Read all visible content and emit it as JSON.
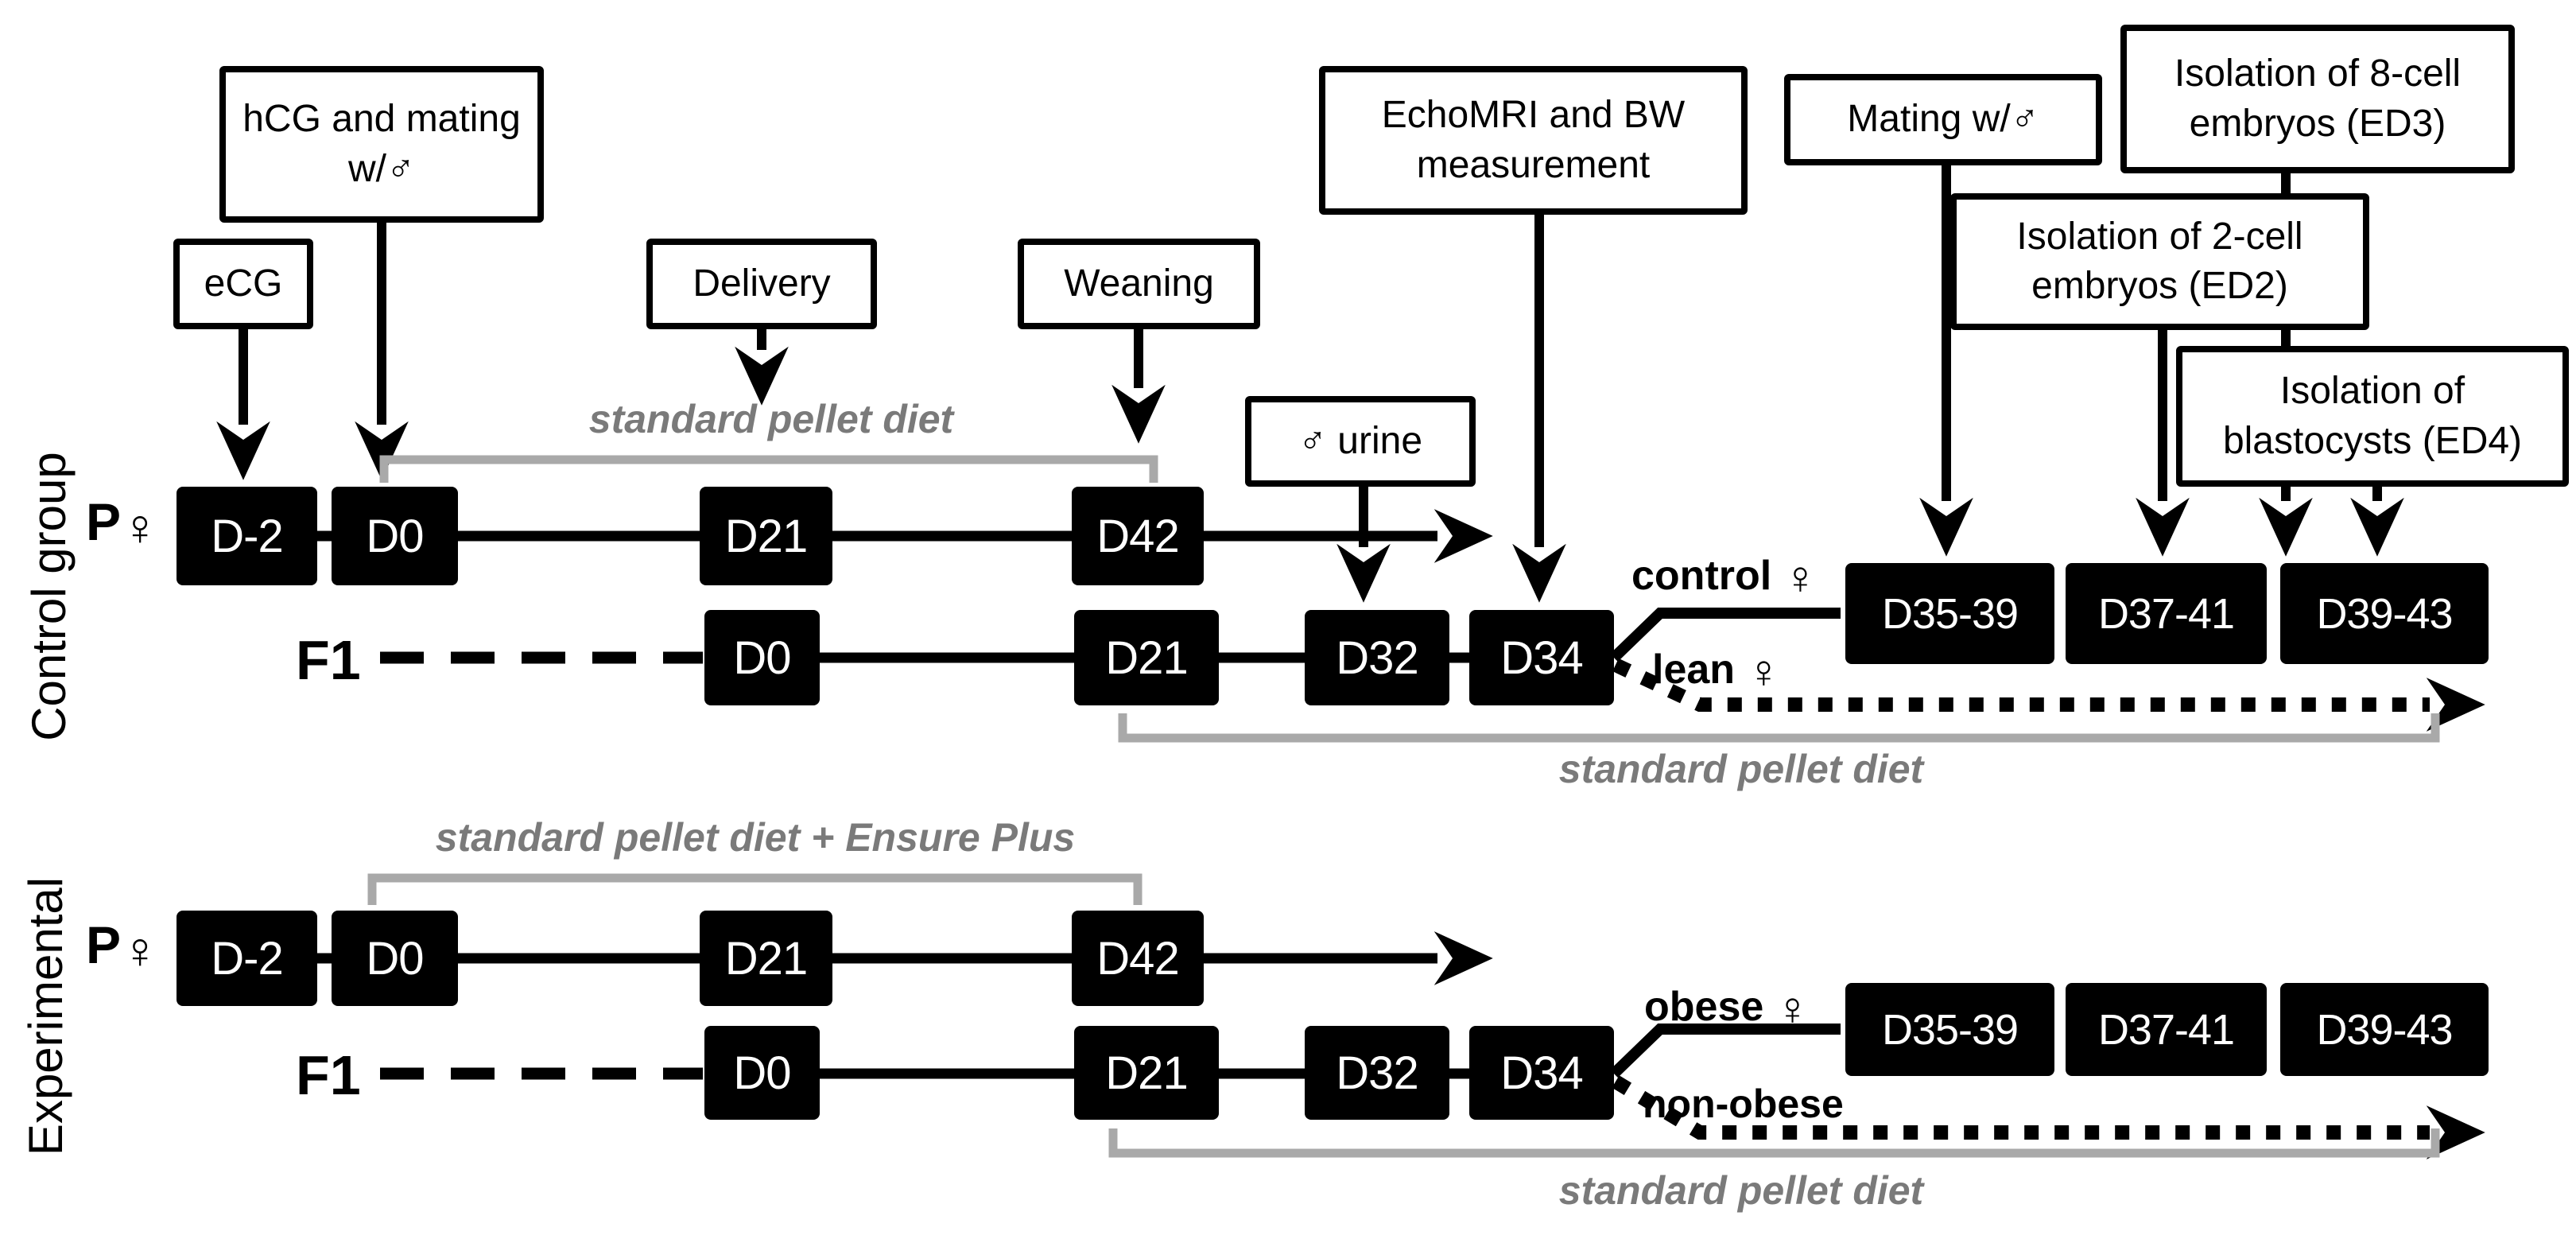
{
  "colors": {
    "timeline_black": "#000000",
    "day_box_bg": "#000000",
    "day_box_text": "#ffffff",
    "bracket_gray": "#a9a9a9",
    "diet_text_gray": "#7a7a7a"
  },
  "control": {
    "side_label": "Control group",
    "callouts": {
      "ecg": "eCG",
      "hcg": {
        "text": "hCG and mating w/",
        "symbol": "♂"
      },
      "delivery": "Delivery",
      "weaning": "Weaning",
      "echomri": "EchoMRI and BW measurement",
      "urine": {
        "symbol": "♂",
        "text": "urine"
      },
      "mating": {
        "text": "Mating w/",
        "symbol": "♂"
      },
      "ed3": "Isolation of 8-cell embryos (ED3)",
      "ed2": "Isolation of 2-cell embryos (ED2)",
      "ed4": "Isolation of blastocysts (ED4)"
    },
    "diet_top_label": "standard pellet diet",
    "diet_bottom_label": "standard pellet diet",
    "p_generation": "P",
    "p_symbol": "♀",
    "p_days": [
      "D-2",
      "D0",
      "D21",
      "D42"
    ],
    "f1_generation": "F1",
    "f1_days": [
      "D0",
      "D21",
      "D32",
      "D34"
    ],
    "branch_upper": {
      "text": "control",
      "symbol": "♀"
    },
    "branch_lower": {
      "text": "lean",
      "symbol": "♀"
    },
    "late_days": [
      "D35-39",
      "D37-41",
      "D39-43"
    ]
  },
  "experimental": {
    "side_label": "Experimental",
    "diet_top_label": "standard pellet diet + Ensure Plus",
    "diet_bottom_label": "standard pellet diet",
    "p_generation": "P",
    "p_symbol": "♀",
    "p_days": [
      "D-2",
      "D0",
      "D21",
      "D42"
    ],
    "f1_generation": "F1",
    "f1_days": [
      "D0",
      "D21",
      "D32",
      "D34"
    ],
    "branch_upper": {
      "text": "obese",
      "symbol": "♀"
    },
    "branch_lower": {
      "text": "non-obese",
      "symbol": ""
    },
    "late_days": [
      "D35-39",
      "D37-41",
      "D39-43"
    ]
  }
}
